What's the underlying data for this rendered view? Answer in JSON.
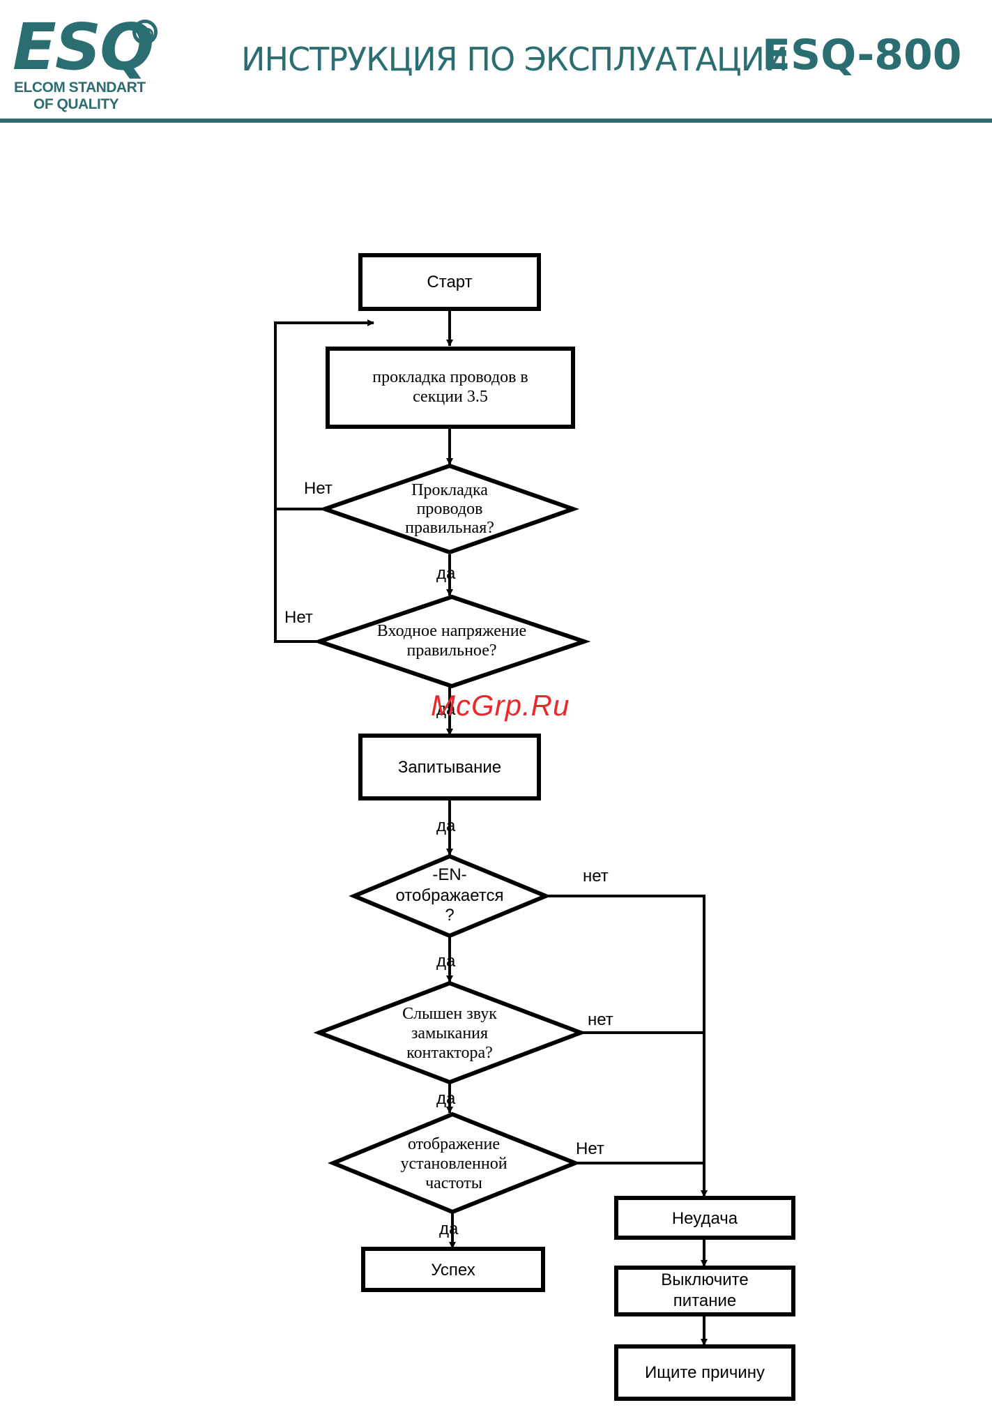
{
  "header": {
    "logo_text": "ESQ",
    "logo_sub_line1": "ELCOM STANDART",
    "logo_sub_line2": "OF QUALITY",
    "title": "ИНСТРУКЦИЯ ПО ЭКСПЛУАТАЦИИ",
    "model": "ESQ-800"
  },
  "watermark": "McGrp.Ru",
  "flow": {
    "start": "Старт",
    "wiring": [
      "прокладка проводов в",
      "секции 3.5"
    ],
    "check_wiring": [
      "Прокладка",
      "проводов",
      "правильная?"
    ],
    "check_voltage": [
      "Входное напряжение",
      "правильное?"
    ],
    "power_on": "Запитывание",
    "check_display": [
      "-EN-",
      "отображается",
      "?"
    ],
    "check_sound": [
      "Слышен звук",
      "замыкания",
      "контактора?"
    ],
    "check_freq": [
      "отображение",
      "установленной",
      "частоты"
    ],
    "success": "Успех",
    "fail": "Неудача",
    "power_off": [
      "Выключите",
      "питание"
    ],
    "find_cause": "Ищите причину",
    "labels": {
      "no_cap": "Нет",
      "no": "нет",
      "yes": "да"
    }
  }
}
